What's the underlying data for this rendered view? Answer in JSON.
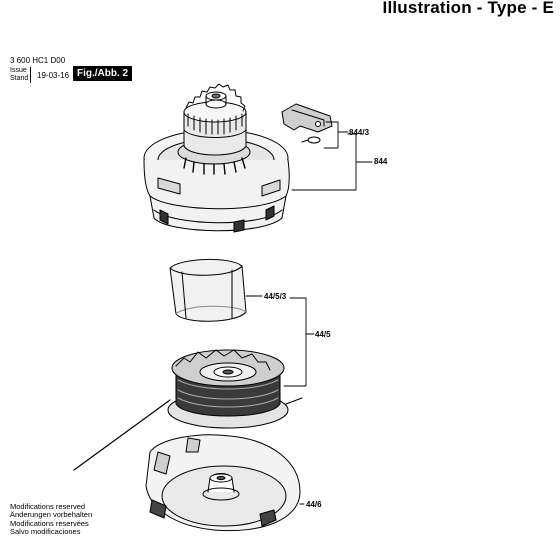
{
  "header": {
    "title": "Illustration - Type - E",
    "doc_number": "3 600 HC1 D00",
    "issue_label_1": "Issue",
    "issue_label_2": "Stand",
    "issue_date": "19-03-16",
    "figure_label": "Fig./Abb. 2"
  },
  "callouts": {
    "c844_3": "844/3",
    "c844": "844",
    "c44_5_3": "44/5/3",
    "c44_5": "44/5",
    "c44_6": "44/6"
  },
  "footer": {
    "lines": [
      "Modifications reserved",
      "Änderungen vorbehalten",
      "Modifications reservées",
      "Salvo modificaciones"
    ]
  }
}
